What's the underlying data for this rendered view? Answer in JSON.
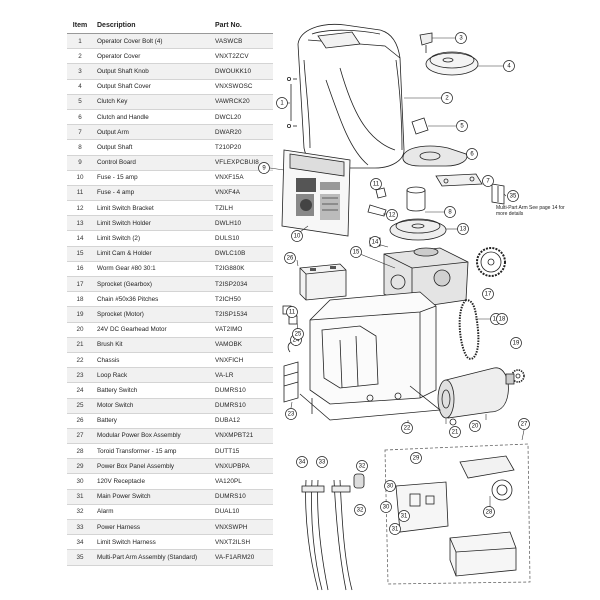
{
  "table": {
    "headers": {
      "item": "Item",
      "description": "Description",
      "part_no": "Part No."
    },
    "rows": [
      {
        "item": "1",
        "description": "Operator Cover Bolt (4)",
        "part_no": "VASWCB"
      },
      {
        "item": "2",
        "description": "Operator Cover",
        "part_no": "VNXT2ZCV"
      },
      {
        "item": "3",
        "description": "Output Shaft Knob",
        "part_no": "DWOUKK10"
      },
      {
        "item": "4",
        "description": "Output Shaft Cover",
        "part_no": "VNXSWOSC"
      },
      {
        "item": "5",
        "description": "Clutch Key",
        "part_no": "VAWRCK20"
      },
      {
        "item": "6",
        "description": "Clutch and Handle",
        "part_no": "DWCL20"
      },
      {
        "item": "7",
        "description": "Output Arm",
        "part_no": "DWAR20"
      },
      {
        "item": "8",
        "description": "Output Shaft",
        "part_no": "T210P20"
      },
      {
        "item": "9",
        "description": "Control Board",
        "part_no": "VFLEXPCBUI8"
      },
      {
        "item": "10",
        "description": "Fuse - 15 amp",
        "part_no": "VNXF15A"
      },
      {
        "item": "11",
        "description": "Fuse - 4 amp",
        "part_no": "VNXF4A"
      },
      {
        "item": "12",
        "description": "Limit Switch Bracket",
        "part_no": "TZILH"
      },
      {
        "item": "13",
        "description": "Limit Switch Holder",
        "part_no": "DWLH10"
      },
      {
        "item": "14",
        "description": "Limit Switch (2)",
        "part_no": "DULS10"
      },
      {
        "item": "15",
        "description": "Limit Cam & Holder",
        "part_no": "DWLC10B"
      },
      {
        "item": "16",
        "description": "Worm Gear #80 30:1",
        "part_no": "T2IG880K"
      },
      {
        "item": "17",
        "description": "Sprocket (Gearbox)",
        "part_no": "T2ISP2034"
      },
      {
        "item": "18",
        "description": "Chain #50x36 Pitches",
        "part_no": "T2ICH50"
      },
      {
        "item": "19",
        "description": "Sprocket (Motor)",
        "part_no": "T2ISP1534"
      },
      {
        "item": "20",
        "description": "24V DC Gearhead Motor",
        "part_no": "VAT2IMO"
      },
      {
        "item": "21",
        "description": "Brush Kit",
        "part_no": "VAMOBK"
      },
      {
        "item": "22",
        "description": "Chassis",
        "part_no": "VNXFICH"
      },
      {
        "item": "23",
        "description": "Loop Rack",
        "part_no": "VA-LR"
      },
      {
        "item": "24",
        "description": "Battery Switch",
        "part_no": "DUMRS10"
      },
      {
        "item": "25",
        "description": "Motor Switch",
        "part_no": "DUMRS10"
      },
      {
        "item": "26",
        "description": "Battery",
        "part_no": "DUBA12"
      },
      {
        "item": "27",
        "description": "Modular Power Box Assembly",
        "part_no": "VNXMPBT21"
      },
      {
        "item": "28",
        "description": "Toroid Transformer - 15 amp",
        "part_no": "DUTT15"
      },
      {
        "item": "29",
        "description": "Power Box Panel Assembly",
        "part_no": "VNXUPBPA"
      },
      {
        "item": "30",
        "description": "120V Receptacle",
        "part_no": "VA120PL"
      },
      {
        "item": "31",
        "description": "Main Power Switch",
        "part_no": "DUMRS10"
      },
      {
        "item": "32",
        "description": "Alarm",
        "part_no": "DUAL10"
      },
      {
        "item": "33",
        "description": "Power Harness",
        "part_no": "VNXSWPH"
      },
      {
        "item": "34",
        "description": "Limit Switch Harness",
        "part_no": "VNXT2ILSH"
      },
      {
        "item": "35",
        "description": "Multi-Part Arm Assembly (Standard)",
        "part_no": "VA-F1ARM20"
      }
    ]
  },
  "diagram": {
    "callouts": [
      "1",
      "2",
      "3",
      "4",
      "5",
      "6",
      "7",
      "8",
      "9",
      "10",
      "11",
      "12",
      "13",
      "14",
      "15",
      "16",
      "17",
      "18",
      "19",
      "20",
      "21",
      "22",
      "23",
      "24",
      "25",
      "26",
      "27",
      "28",
      "29",
      "30",
      "31",
      "32",
      "33",
      "34",
      "35",
      "11",
      "30",
      "31",
      "32"
    ],
    "note": "Multi-Part Arm See page 14 for more details"
  }
}
